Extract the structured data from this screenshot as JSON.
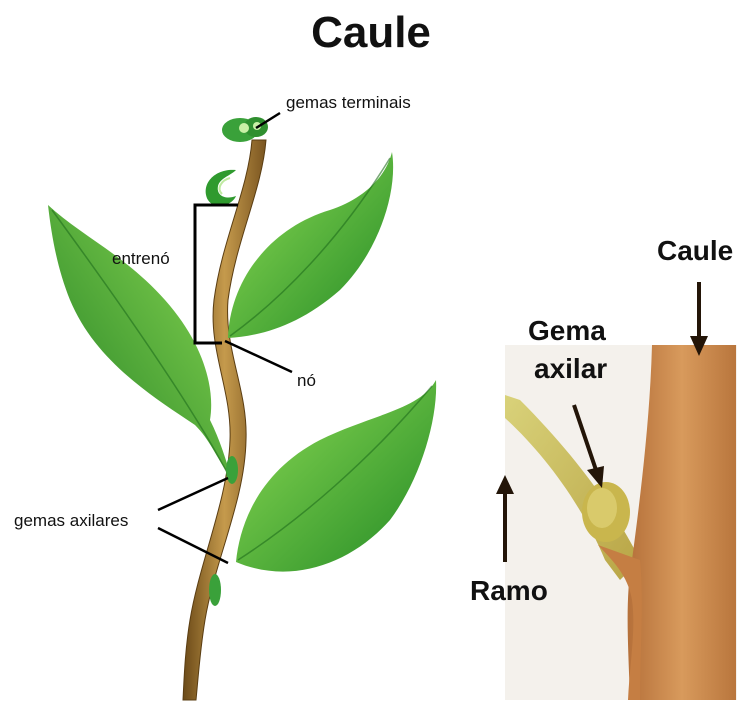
{
  "title": "Caule",
  "left_diagram": {
    "labels": {
      "terminal_buds": "gemas terminais",
      "internode": "entrenó",
      "node": "nó",
      "axillary_buds": "gemas axilares"
    }
  },
  "right_photo": {
    "labels": {
      "stem": "Caule",
      "axillary_bud_line1": "Gema",
      "axillary_bud_line2": "axilar",
      "branch": "Ramo"
    }
  },
  "colors": {
    "leaf_dark": "#2e8b2a",
    "leaf_light": "#7ccf4a",
    "stem_brown": "#a67c35",
    "photo_stem": "#c98a4a",
    "photo_bg": "#f4f1ec"
  }
}
